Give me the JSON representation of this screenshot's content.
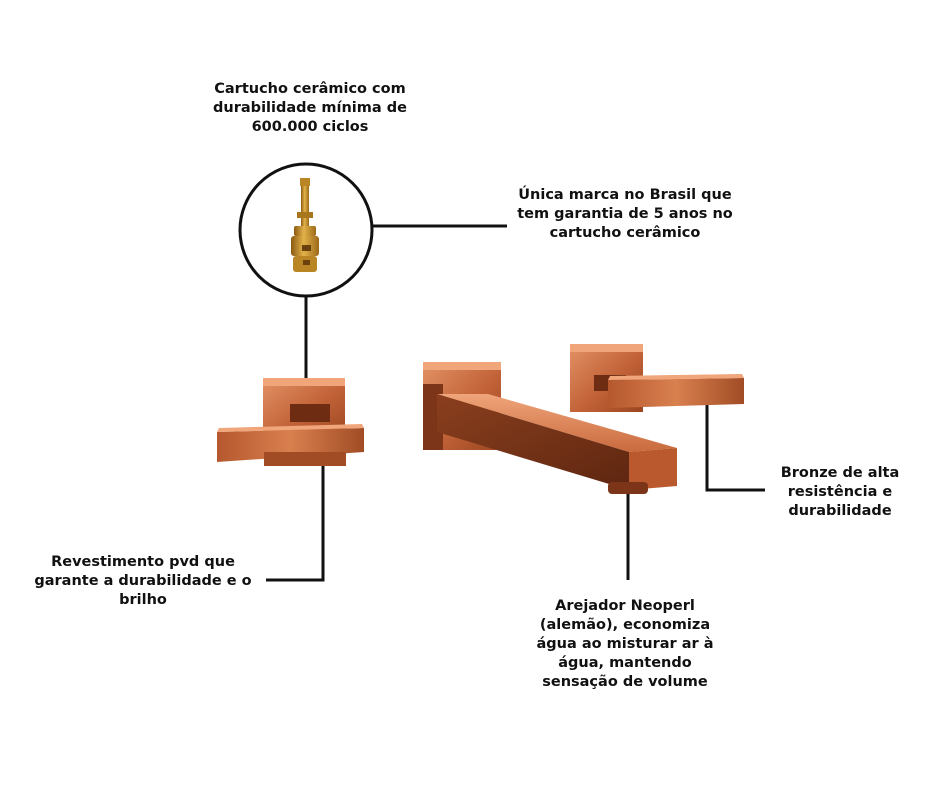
{
  "labels": {
    "cartucho": [
      "Cartucho cerâmico com",
      "durabilidade mínima de",
      "600.000 ciclos"
    ],
    "marca": [
      "Única marca no Brasil que",
      "tem garantia de 5 anos no",
      "cartucho cerâmico"
    ],
    "revestimento": [
      "Revestimento pvd que",
      "garante a durabilidade e o",
      "brilho"
    ],
    "arejador": [
      "Arejador Neoperl",
      "(alemão), economiza",
      "água ao misturar ar à",
      "água, mantendo",
      "sensação de volume"
    ],
    "bronze": [
      "Bronze de alta",
      "resistência e",
      "durabilidade"
    ]
  },
  "colors": {
    "line": "#111111",
    "copper_light": "#e08a5c",
    "copper_mid": "#c2653a",
    "copper_dark": "#8a3f1e",
    "brass": "#c8922c",
    "brass_dark": "#8a5a12"
  },
  "icons": {
    "cartridge": "ceramic-cartridge-icon",
    "faucet": "wall-faucet-image"
  }
}
